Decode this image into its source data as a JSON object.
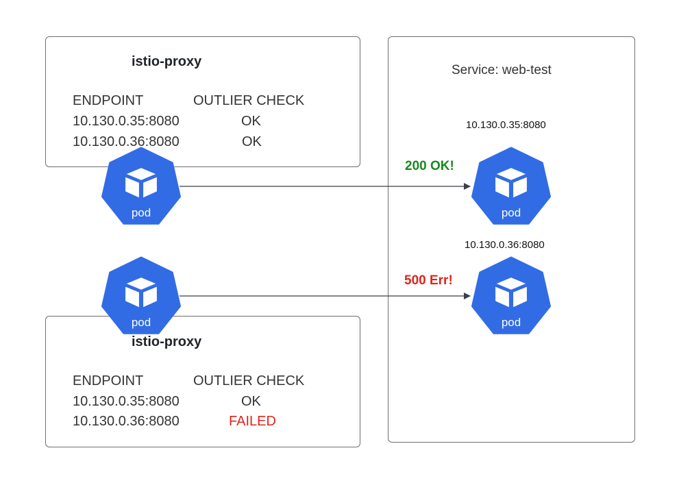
{
  "proxy_top": {
    "title": "istio-proxy",
    "col_endpoint": "ENDPOINT",
    "col_outlier": "OUTLIER CHECK",
    "rows": [
      {
        "endpoint": "10.130.0.35:8080",
        "status": "OK",
        "color": "#333333"
      },
      {
        "endpoint": "10.130.0.36:8080",
        "status": "OK",
        "color": "#333333"
      }
    ]
  },
  "proxy_bottom": {
    "title": "istio-proxy",
    "col_endpoint": "ENDPOINT",
    "col_outlier": "OUTLIER CHECK",
    "rows": [
      {
        "endpoint": "10.130.0.35:8080",
        "status": "OK",
        "color": "#333333"
      },
      {
        "endpoint": "10.130.0.36:8080",
        "status": "FAILED",
        "color": "#e0241b"
      }
    ]
  },
  "service": {
    "title": "Service: web-test",
    "endpoint_1": "10.130.0.35:8080",
    "endpoint_2": "10.130.0.36:8080"
  },
  "responses": {
    "ok": {
      "text": "200 OK!",
      "color": "#178a1e"
    },
    "err": {
      "text": "500 Err!",
      "color": "#e0241b"
    }
  },
  "pod_label": "pod",
  "pod_color": "#326ce5"
}
